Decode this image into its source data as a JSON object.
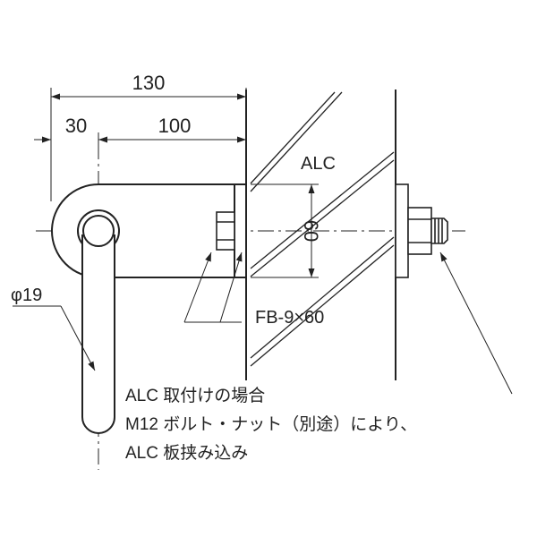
{
  "dimensions": {
    "overall_length": "130",
    "left_offset": "30",
    "right_length": "100",
    "plate_height": "60",
    "pin_diameter": "φ19"
  },
  "labels": {
    "panel": "ALC",
    "flat_bar": "FB-9×60"
  },
  "note": {
    "line1": "ALC 取付けの場合",
    "line2": "M12 ボルト・ナット（別途）により、",
    "line3": "ALC 板挟み込み"
  }
}
